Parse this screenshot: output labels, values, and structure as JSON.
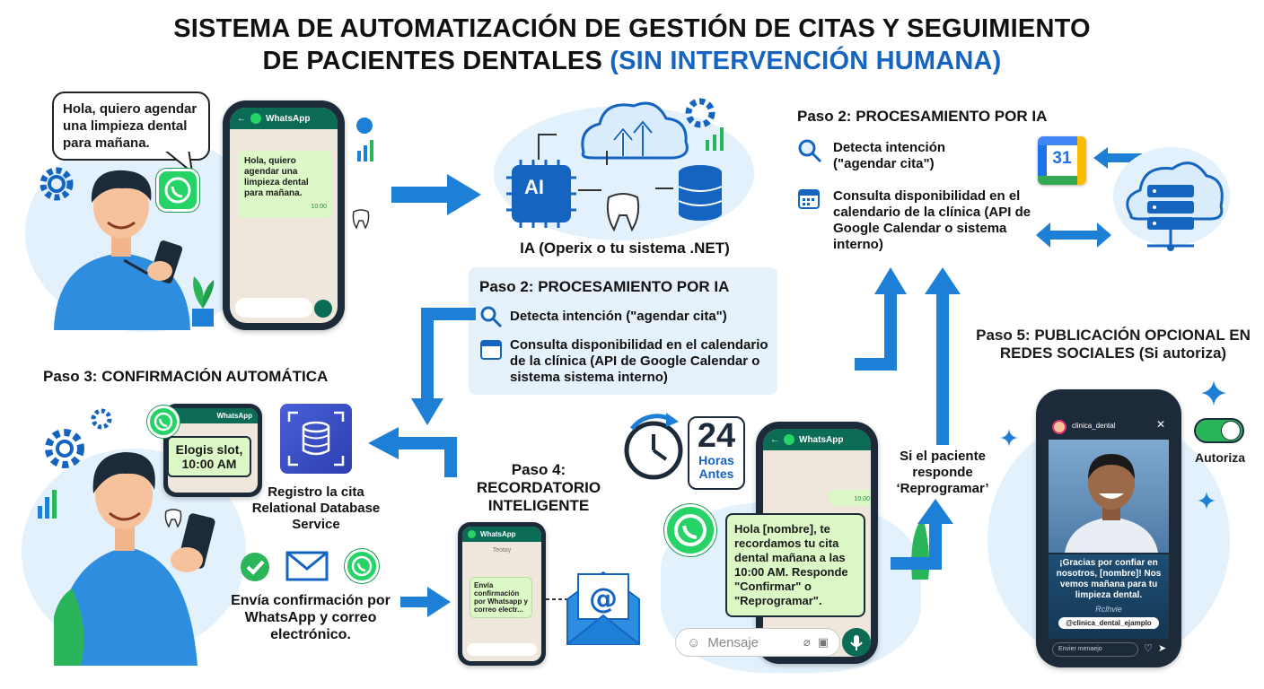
{
  "title": {
    "line1": "SISTEMA DE AUTOMATIZACIÓN DE GESTIÓN DE CITAS Y SEGUIMIENTO",
    "line2_main": "DE PACIENTES DENTALES ",
    "line2_highlight": "(SIN INTERVENCIÓN HUMANA)"
  },
  "step1": {
    "speech": "Hola, quiero agendar una limpieza dental para mañana.",
    "app_name": "WhatsApp",
    "chat_message": "Hola, quiero agendar una limpieza dental para mañana.",
    "chat_time": "10:00"
  },
  "ai": {
    "chip_label": "AI",
    "caption": "IA (Operix o tu sistema .NET)"
  },
  "step2_top": {
    "heading": "Paso 2: PROCESAMIENTO POR IA",
    "item1": "Detecta intención (\"agendar cita\")",
    "item2": "Consulta disponibilidad en el calendario de la clínica (API de Google Calendar o sistema interno)",
    "calendar_day": "31"
  },
  "step2_mid": {
    "heading": "Paso 2: PROCESAMIENTO POR IA",
    "item1": "Detecta intención (\"agendar cita\")",
    "item2": "Consulta disponibilidad en el calendario de la clínica (API de Google Calendar o sistema sistema interno)"
  },
  "step3": {
    "heading": "Paso 3: CONFIRMACIÓN AUTOMÁTICA",
    "app_name": "WhatsApp",
    "slot_message": "Elogis slot, 10:00 AM",
    "db_caption": "Registro la cita Relational Database Service",
    "confirm_caption": "Envía confirmación por WhatsApp y correo electrónico."
  },
  "step4": {
    "heading": "Paso 4: RECORDATORIO INTELIGENTE",
    "big_number": "24",
    "hours_label": "Horas",
    "before_label": "Antes",
    "small_app": "WhatsApp",
    "small_day": "Teotay",
    "small_message": "Envía confirmación por Whatsapp y correo electr...",
    "app_name": "WhatsApp",
    "chat_time": "10:00",
    "reminder": "Hola [nombre], te recordamos tu cita dental mañana a las 10:00 AM. Responde \"Confirmar\" o \"Reprogramar\".",
    "input_placeholder": "Mensaje"
  },
  "reschedule": {
    "text": "Si el paciente responde ‘Reprogramar’"
  },
  "step5": {
    "heading": "Paso 5: PUBLICACIÓN OPCIONAL EN REDES SOCIALES (Si autoriza)",
    "account": "clinica_dental",
    "post_text": "¡Gracias por confiar en nosotros, [nombre]! Nos vemos mañana para tu limpieza dental.",
    "signature": "Rclhvie",
    "handle": "@clinica_dental_ejamplo",
    "input_placeholder": "Envier menaejo",
    "toggle_label": "Autoriza",
    "toggle_on": true
  },
  "colors": {
    "arrow": "#1e7fd6",
    "brand_blue": "#1565c0",
    "whatsapp": "#25d366",
    "chat_green": "#dcf8c6",
    "phone": "#1d2a3a"
  }
}
